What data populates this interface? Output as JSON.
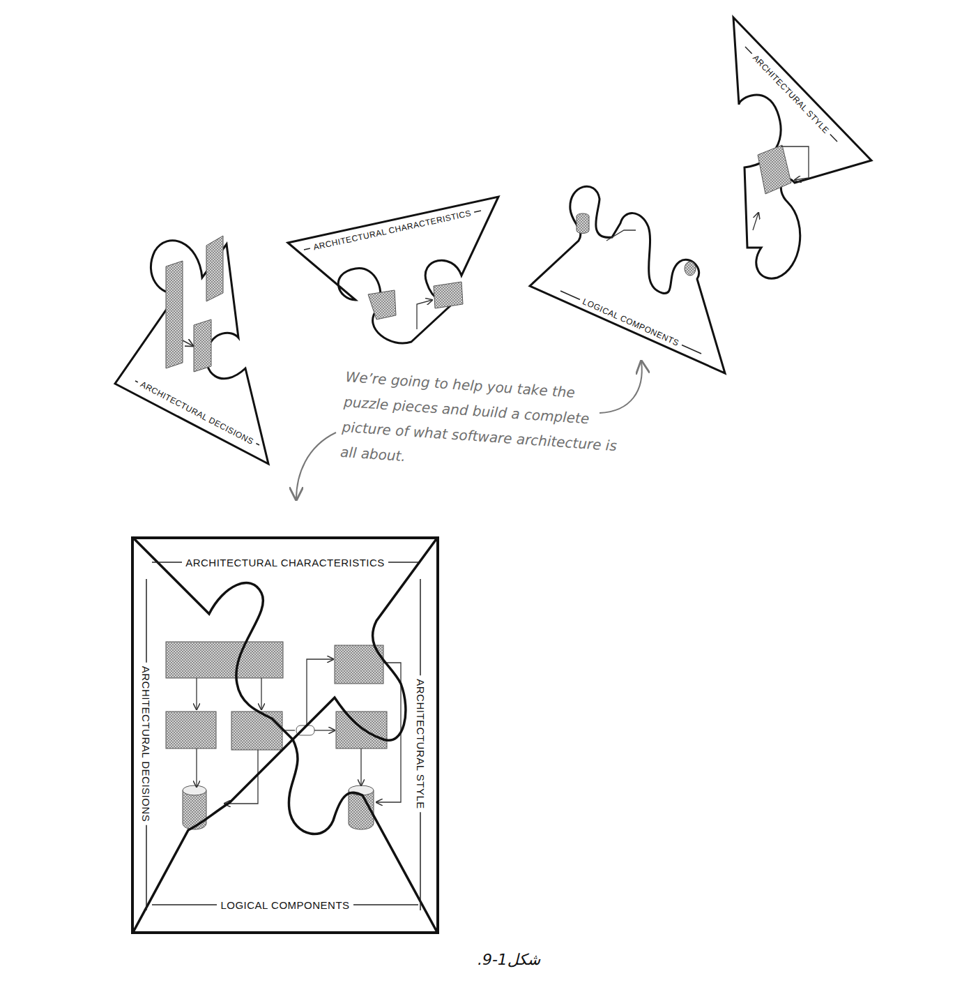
{
  "diagram": {
    "caption": "شکل1-9.",
    "nodes": [
      {
        "text": [
          "ARCHITECTURAL DECISIONS"
        ]
      },
      {
        "text": [
          "ARCHITECTURAL CHARACTERISTICS"
        ]
      },
      {
        "text": [
          "LOGICAL COMPONENTS"
        ]
      },
      {
        "text": [
          "ARCHITECTURAL STYLE"
        ]
      },
      {
        "text": [
          "ARCHITECTURAL CHARACTERISTICS"
        ]
      },
      {
        "text": [
          "ARCHITECTURAL DECISIONS"
        ]
      },
      {
        "text": [
          "ARCHITECTURAL STYLE"
        ]
      },
      {
        "text": [
          "LOGICAL COMPONENTS"
        ]
      }
    ],
    "labels": [
      "We’re going to help you take the puzzle pieces and build a complete picture of what software architecture is all about."
    ]
  }
}
